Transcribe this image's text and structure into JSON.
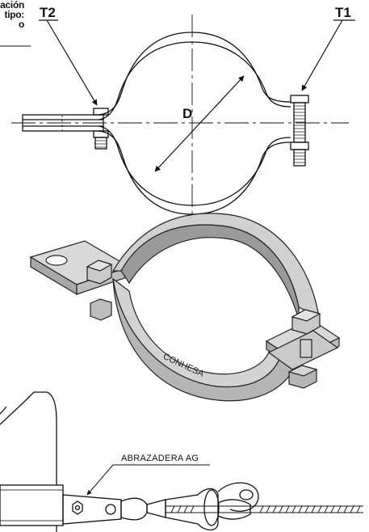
{
  "caption": {
    "lines": [
      "ación",
      "tipo:",
      "o"
    ]
  },
  "labels": {
    "t2": "T2",
    "t1": "T1",
    "diameter": "D",
    "brand": "CONHESA",
    "clamp_name": "ABRAZADERA AG"
  },
  "colors": {
    "ink": "#111111",
    "metal_light": "#d9d9d9",
    "metal_mid": "#bdbdbd",
    "metal_dark": "#8f8f8f"
  }
}
